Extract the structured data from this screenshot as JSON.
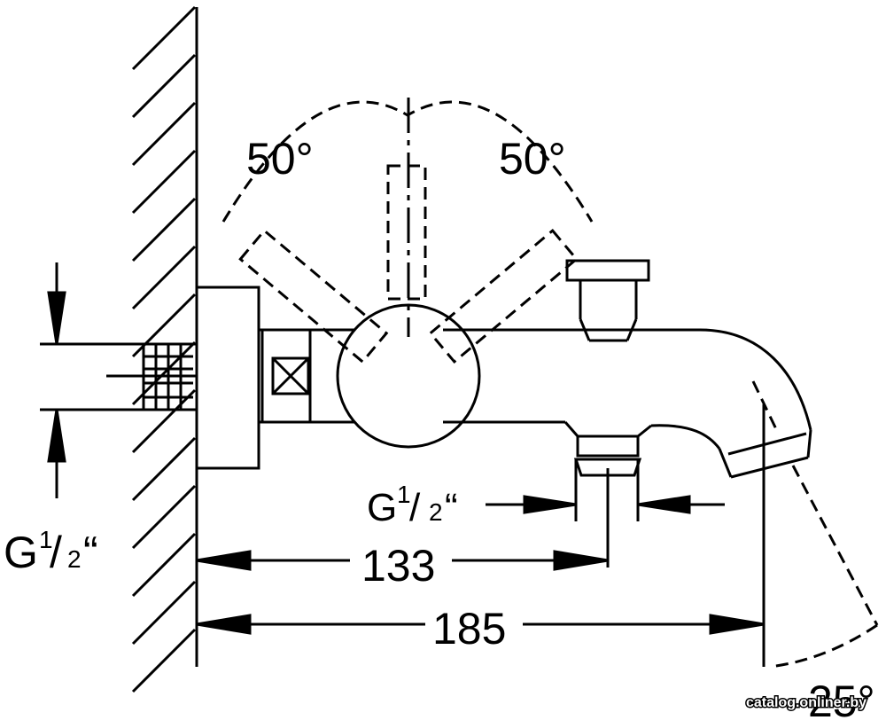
{
  "labels": {
    "angle_left": "50°",
    "angle_right": "50°",
    "angle_spout": "25°",
    "dim_width_133": "133",
    "dim_width_185": "185",
    "thread_left": {
      "base": "G",
      "num": "1",
      "slash": "/",
      "den": "2",
      "quote": "“"
    },
    "thread_bottom": {
      "base": "G",
      "num": "1",
      "slash": "/",
      "den": "2",
      "quote": "“"
    }
  },
  "watermark": "catalog.onliner.by",
  "colors": {
    "line": "#000000",
    "background": "#ffffff"
  }
}
